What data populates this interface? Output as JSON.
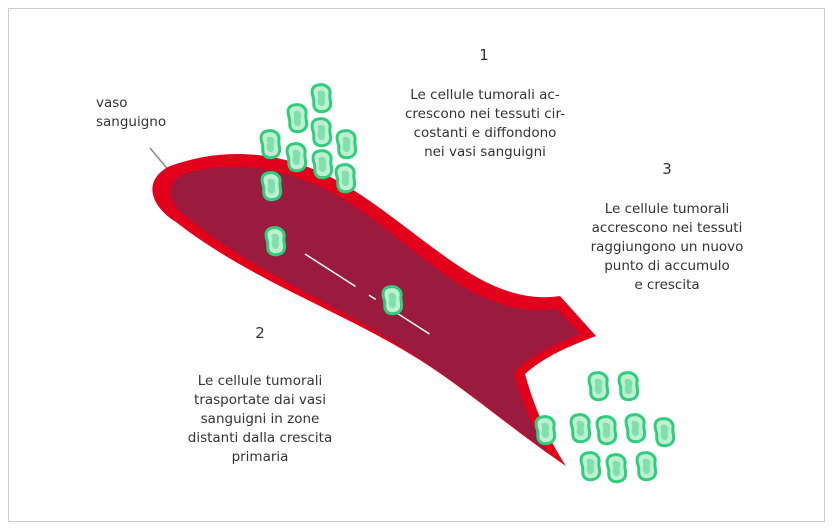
{
  "labels": {
    "vessel": "vaso\nsanguigno",
    "step1_number": "1",
    "step1_text": "Le cellule tumorali ac-\ncrescono nei tessuti cir-\ncostanti e diffondono\nnei vasi sanguigni",
    "step2_number": "2",
    "step2_text": "Le cellule tumorali\ntrasportate dai vasi\nsanguigni in zone\ndistanti dalla crescita\nprimaria",
    "step3_number": "3",
    "step3_text": "Le cellule tumorali\naccrescono nei tessuti\nraggiungono un nuovo\npunto di accumulo\ne crescita"
  },
  "colors": {
    "vessel_wall": "#e3001b",
    "vessel_lumen": "#9b1b3f",
    "cell_fill": "#bfeed3",
    "cell_outline": "#2ecf7c",
    "cell_nucleus": "#7fe0aa",
    "flow_line": "#ffffff",
    "leader_line": "#888888"
  },
  "icons": {
    "tumor_cell": "tumor-cell-icon"
  }
}
